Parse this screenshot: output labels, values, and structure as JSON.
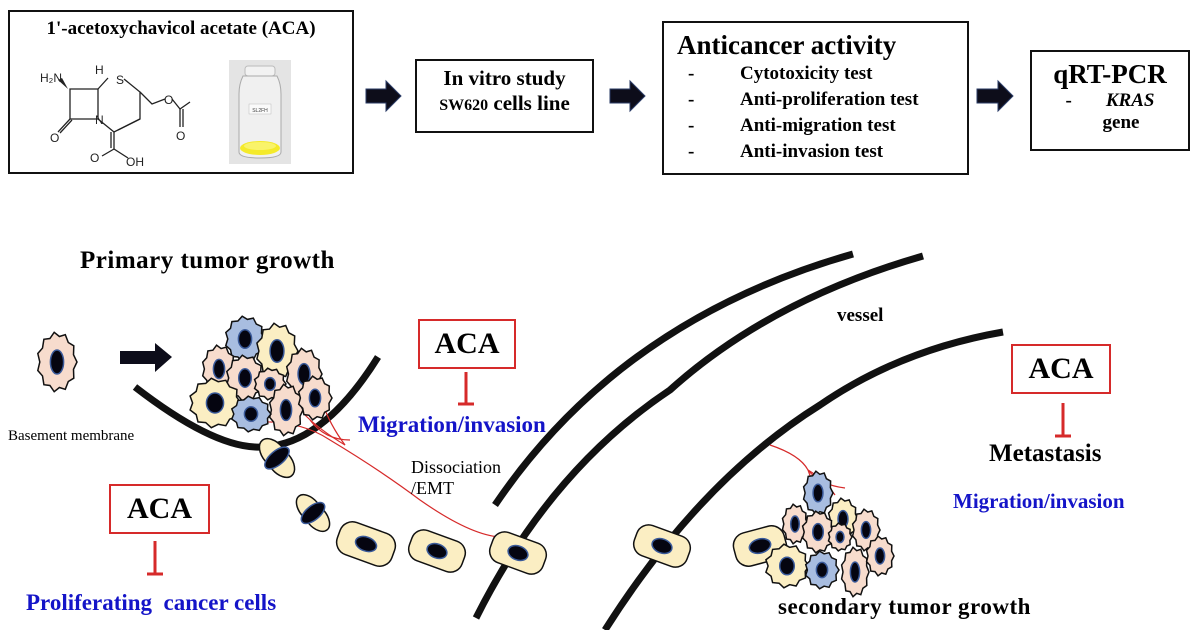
{
  "workflow": {
    "compound_box": {
      "title": "1'-acetoxychavicol acetate (ACA)",
      "structure_labels": {
        "amine": "H₂N",
        "h": "H",
        "s": "S",
        "n": "N",
        "o1": "O",
        "o2": "O",
        "o3": "O",
        "o4": "O",
        "oh": "OH"
      },
      "vial_label": "SL2FH"
    },
    "in_vitro_box": {
      "line1": "In vitro study",
      "line2_prefix": "SW620",
      "line2_suffix": " cells line"
    },
    "anticancer_box": {
      "title": "Anticancer activity",
      "items": [
        {
          "bullet": "-",
          "label": "Cytotoxicity test"
        },
        {
          "bullet": "-",
          "label": "Anti-proliferation test"
        },
        {
          "bullet": "-",
          "label": "Anti-migration test"
        },
        {
          "bullet": "-",
          "label": "Anti-invasion test"
        }
      ]
    },
    "qpcr_box": {
      "title": "qRT-PCR",
      "bullet": "-",
      "gene_name": "KRAS",
      "gene_word": "gene"
    },
    "arrow_icon": "right-arrow-icon"
  },
  "mechanism": {
    "primary_title": "Primary tumor growth",
    "basement_label": "Basement membrane",
    "aca_label": "ACA",
    "migration_label": "Migration/invasion",
    "dissociation_line1": "Dissociation",
    "dissociation_line2": "/EMT",
    "proliferating_label": "Proliferating  cancer cells",
    "vessel_label": "vessel",
    "metastasis_label": "Metastasis",
    "secondary_label": "secondary tumor growth",
    "inhibition_icon": "inhibition-bar-icon"
  },
  "colors": {
    "inhibit_red": "#d62a2a",
    "label_blue": "#1414c8",
    "arrow_navy": "#0d0d1a",
    "cell_pink": "#f7dccd",
    "cell_yellow": "#fbeec3",
    "cell_blue": "#a8bde0",
    "nucleus": "#050510"
  }
}
